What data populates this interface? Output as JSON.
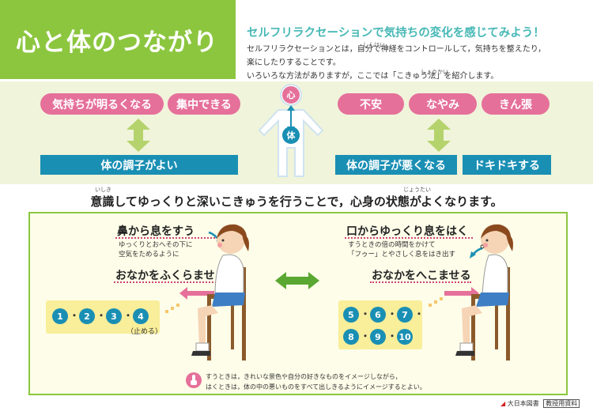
{
  "title": "心と体のつながり",
  "subtitle": "セルフリラクセーションで気持ちの変化を感じてみよう！",
  "intro": [
    "セルフリラクセーションとは，自分で神経をコントロールして，気持ちを整えたり，",
    "楽にしたりすることです。",
    "いろいろな方法がありますが，ここでは「こきゅう法」を紹介します。"
  ],
  "ruby": {
    "shinkei": "しんけい",
    "shoukai": "しょうかい",
    "ishiki": "いしき",
    "joutai": "じょうたい"
  },
  "figure": {
    "mind": "心",
    "body": "体"
  },
  "positive": {
    "pills": [
      "気持ちが明るくなる",
      "集中できる"
    ],
    "result": "体の調子がよい"
  },
  "negative": {
    "pills": [
      "不安",
      "なやみ",
      "きん張"
    ],
    "results": [
      "体の調子が悪くなる",
      "ドキドキする"
    ]
  },
  "statement": "意識してゆっくりと深いこきゅうを行うことで，心身の状態がよくなります。",
  "inhale": {
    "title": "鼻から息をすう",
    "note": [
      "ゆっくりとおへその下に",
      "空気をためるように"
    ],
    "action": "おなかをふくらませる",
    "counts": [
      "1",
      "2",
      "3",
      "4"
    ],
    "stop": "（止める）"
  },
  "exhale": {
    "title": "口からゆっくり息をはく",
    "note": [
      "すうときの倍の時間をかけて",
      "「フゥー」とやさしく息をはき出す"
    ],
    "action": "おなかをへこませる",
    "counts": [
      "5",
      "6",
      "7",
      "8",
      "9",
      "10"
    ]
  },
  "tip": [
    "すうときは，きれいな景色や自分の好きなものをイメージしながら，",
    "はくときは，体の中の悪いものをすべて出しきるようにイメージするとよい。"
  ],
  "publisher": {
    "name": "大日本図書",
    "tag": "教授用資料"
  },
  "colors": {
    "title_green": "#8cc63f",
    "subtitle_teal": "#47b8b6",
    "pink": "#e5709a",
    "blue": "#1a8fb4",
    "band": "#f0f4da",
    "count_yellow": "#f9ee9a"
  },
  "icons": [
    "up-down-arrow-icon",
    "left-right-arrow-icon",
    "inhale-arrow-icon",
    "exhale-arrow-icon",
    "pointing-hand-icon",
    "publisher-logo-icon"
  ]
}
